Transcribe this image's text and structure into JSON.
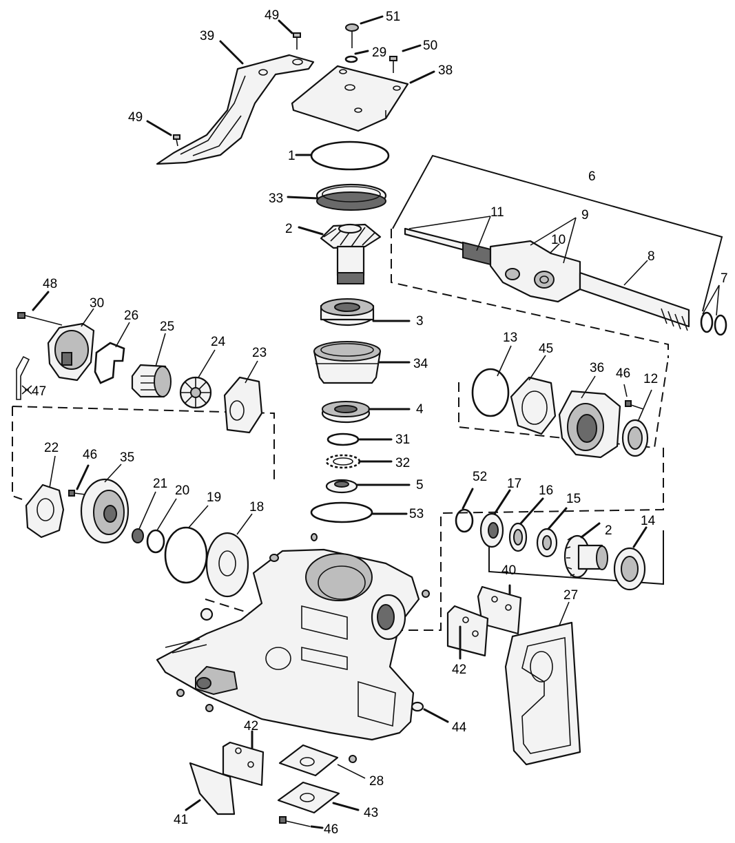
{
  "callouts": {
    "c1": "1",
    "c2a": "2",
    "c2b": "2",
    "c3": "3",
    "c4": "4",
    "c5": "5",
    "c6": "6",
    "c7": "7",
    "c8": "8",
    "c9": "9",
    "c10": "10",
    "c11": "11",
    "c12": "12",
    "c13": "13",
    "c14": "14",
    "c15": "15",
    "c16": "16",
    "c17": "17",
    "c18": "18",
    "c19": "19",
    "c20": "20",
    "c21": "21",
    "c22": "22",
    "c23": "23",
    "c24": "24",
    "c25": "25",
    "c26": "26",
    "c27": "27",
    "c28": "28",
    "c29": "29",
    "c30": "30",
    "c31": "31",
    "c32": "32",
    "c33": "33",
    "c34": "34",
    "c35": "35",
    "c36": "36",
    "c38": "38",
    "c39": "39",
    "c40": "40",
    "c41": "41",
    "c42a": "42",
    "c42b": "42",
    "c43": "43",
    "c44": "44",
    "c45": "45",
    "c46a": "46",
    "c46b": "46",
    "c46c": "46",
    "c47": "47",
    "c48": "48",
    "c49a": "49",
    "c49b": "49",
    "c50": "50",
    "c51": "51",
    "c52": "52",
    "c53": "53"
  },
  "colors": {
    "ink": "#111111",
    "paper": "#ffffff"
  }
}
